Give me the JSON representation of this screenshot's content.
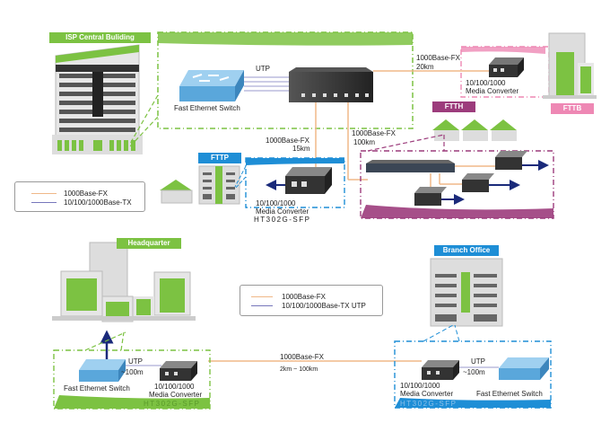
{
  "colors": {
    "fiber": "#f0b888",
    "utp": "#7777bb",
    "green": "#7cc242",
    "blue": "#1e8ed6",
    "ftth": "#9c3c7c",
    "fttb": "#ee88b4",
    "arrow": "#1a2a7a"
  },
  "isp": {
    "title": "ISP  Central Buliding",
    "switch_label": "Fast Ethernet Switch",
    "utp_label": "UTP"
  },
  "fttb": {
    "tag": "FTTB",
    "link_label_1": "1000Base-FX",
    "link_label_2": "20km",
    "converter_label_1": "10/100/1000",
    "converter_label_2": "Media  Converter"
  },
  "fttp": {
    "tag": "FTTP",
    "link_label_1": "1000Base-FX",
    "link_label_2": "15km",
    "converter_label_1": "10/100/1000",
    "converter_label_2": "Media  Converter",
    "model": "HT302G-SFP"
  },
  "ftth": {
    "tag": "FTTH",
    "link_label_1": "1000Base-FX",
    "link_label_2": "100km"
  },
  "legend_top": {
    "items": [
      {
        "label": "1000Base-FX",
        "color": "#f0b888"
      },
      {
        "label": "10/100/1000Base-TX",
        "color": "#7777bb"
      }
    ]
  },
  "legend_mid": {
    "items": [
      {
        "label": "1000Base-FX",
        "color": "#f0b888"
      },
      {
        "label": "10/100/1000Base-TX UTP",
        "color": "#7777bb"
      }
    ]
  },
  "headquarter": {
    "tag": "Headquarter",
    "utp_label": "UTP",
    "distance": "~100m",
    "switch_label": "Fast Ethernet Switch",
    "converter_label_1": "10/100/1000",
    "converter_label_2": "Media Converter",
    "model": "HT302G-SFP"
  },
  "wan_link": {
    "label_1": "1000Base-FX",
    "label_2": "2km ~ 100km"
  },
  "branch": {
    "tag": "Branch Office",
    "utp_label": "UTP",
    "distance": "~100m",
    "switch_label": "Fast Ethernet Switch",
    "converter_label_1": "10/100/1000",
    "converter_label_2": "Media Converter",
    "model": "HT302G-SFP"
  }
}
